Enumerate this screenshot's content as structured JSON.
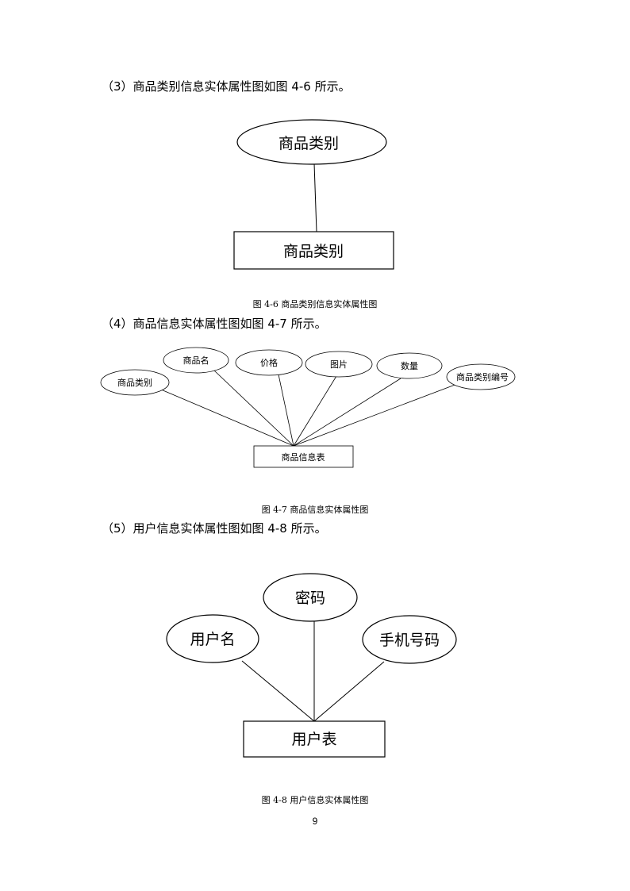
{
  "sections": [
    {
      "text": "（3）商品类别信息实体属性图如图 4-6 所示。"
    },
    {
      "text": "（4）商品信息实体属性图如图 4-7 所示。"
    },
    {
      "text": "（5）用户信息实体属性图如图 4-8 所示。"
    }
  ],
  "fig46": {
    "caption": "图 4-6  商品类别信息实体属性图",
    "entity": "商品类别",
    "attributes": [
      "商品类别"
    ]
  },
  "fig47": {
    "caption": "图 4-7  商品信息实体属性图",
    "entity": "商品信息表",
    "attributes": [
      "商品类别",
      "商品名",
      "价格",
      "图片",
      "数量",
      "商品类别编号"
    ]
  },
  "fig48": {
    "caption": "图 4-8  用户信息实体属性图",
    "entity": "用户表",
    "attributes": [
      "用户名",
      "密码",
      "手机号码"
    ]
  },
  "page_number": "9"
}
